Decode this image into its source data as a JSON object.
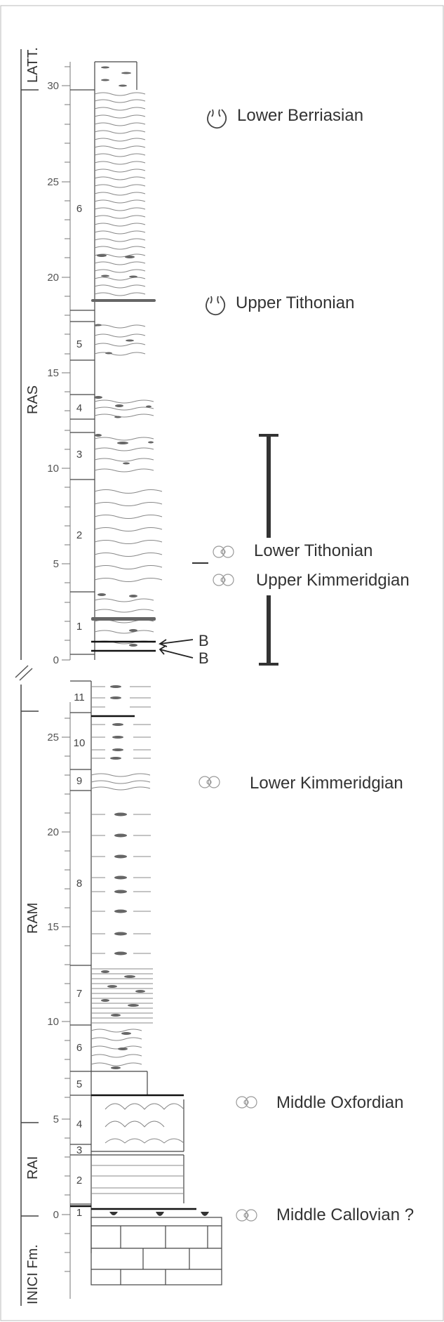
{
  "sections": [
    {
      "name": "RAS",
      "ticks": [
        "0",
        "5",
        "10",
        "15",
        "20",
        "25",
        "30"
      ],
      "units": [
        {
          "id": "1",
          "label": "1"
        },
        {
          "id": "2",
          "label": "2"
        },
        {
          "id": "3",
          "label": "3"
        },
        {
          "id": "4",
          "label": "4"
        },
        {
          "id": "5",
          "label": "5"
        },
        {
          "id": "6",
          "label": "6"
        }
      ]
    },
    {
      "name": "RAM",
      "ticks": [
        "10",
        "15",
        "20",
        "25"
      ],
      "units": [
        {
          "id": "5",
          "label": "5"
        },
        {
          "id": "6",
          "label": "6"
        },
        {
          "id": "7",
          "label": "7"
        },
        {
          "id": "8",
          "label": "8"
        },
        {
          "id": "9",
          "label": "9"
        },
        {
          "id": "10",
          "label": "10"
        },
        {
          "id": "11",
          "label": "11"
        }
      ]
    },
    {
      "name": "RAI",
      "ticks": [
        "0",
        "5"
      ],
      "units": [
        {
          "id": "1",
          "label": "1"
        },
        {
          "id": "2",
          "label": "2"
        },
        {
          "id": "3",
          "label": "3"
        },
        {
          "id": "4",
          "label": "4"
        }
      ]
    }
  ],
  "formation_labels": {
    "latt": "LATT.",
    "ras": "RAS",
    "ram": "RAM",
    "rai": "RAI",
    "inici": "INICI Fm."
  },
  "markers": {
    "b1": "B",
    "b2": "B"
  },
  "ages": {
    "lower_berriasian": "Lower Berriasian",
    "upper_tithonian": "Upper Tithonian",
    "lower_tithonian": "Lower Tithonian",
    "upper_kimmeridgian": "Upper Kimmeridgian",
    "lower_kimmeridgian": "Lower Kimmeridgian",
    "middle_oxfordian": "Middle Oxfordian",
    "middle_callovian": "Middle Callovian ?"
  },
  "icons": {
    "calpionellid": "calpionellid-icon",
    "ammonite": "ammonite-icon"
  }
}
